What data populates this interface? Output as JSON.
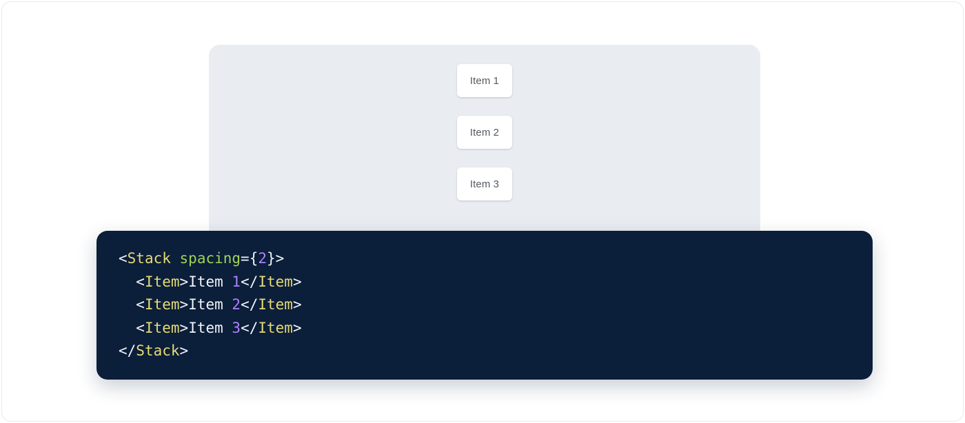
{
  "preview": {
    "panel_name": "stack-preview-panel",
    "background_color": "#e9ecf1",
    "stack": {
      "spacing": "2",
      "items": [
        {
          "label": "Item 1"
        },
        {
          "label": "Item 2"
        },
        {
          "label": "Item 3"
        }
      ]
    }
  },
  "code": {
    "language": "jsx",
    "background_color": "#0b1e3a",
    "theme_colors": {
      "tag": "#e6db74",
      "attribute": "#9fd356",
      "number": "#ae81ff",
      "punctuation": "#f2f4f8",
      "text": "#f2f4f8"
    },
    "raw": "<Stack spacing={2}>\n  <Item>Item 1</Item>\n  <Item>Item 2</Item>\n  <Item>Item 3</Item>\n</Stack>",
    "lines": [
      {
        "indent": "",
        "tokens": [
          {
            "t": "<",
            "k": "punct"
          },
          {
            "t": "Stack",
            "k": "tag"
          },
          {
            "t": " ",
            "k": "plain"
          },
          {
            "t": "spacing",
            "k": "attr"
          },
          {
            "t": "={",
            "k": "punct"
          },
          {
            "t": "2",
            "k": "number"
          },
          {
            "t": "}>",
            "k": "punct"
          }
        ]
      },
      {
        "indent": "  ",
        "tokens": [
          {
            "t": "<",
            "k": "punct"
          },
          {
            "t": "Item",
            "k": "tag"
          },
          {
            "t": ">",
            "k": "punct"
          },
          {
            "t": "Item ",
            "k": "plain"
          },
          {
            "t": "1",
            "k": "number"
          },
          {
            "t": "</",
            "k": "punct"
          },
          {
            "t": "Item",
            "k": "tag"
          },
          {
            "t": ">",
            "k": "punct"
          }
        ]
      },
      {
        "indent": "  ",
        "tokens": [
          {
            "t": "<",
            "k": "punct"
          },
          {
            "t": "Item",
            "k": "tag"
          },
          {
            "t": ">",
            "k": "punct"
          },
          {
            "t": "Item ",
            "k": "plain"
          },
          {
            "t": "2",
            "k": "number"
          },
          {
            "t": "</",
            "k": "punct"
          },
          {
            "t": "Item",
            "k": "tag"
          },
          {
            "t": ">",
            "k": "punct"
          }
        ]
      },
      {
        "indent": "  ",
        "tokens": [
          {
            "t": "<",
            "k": "punct"
          },
          {
            "t": "Item",
            "k": "tag"
          },
          {
            "t": ">",
            "k": "punct"
          },
          {
            "t": "Item ",
            "k": "plain"
          },
          {
            "t": "3",
            "k": "number"
          },
          {
            "t": "</",
            "k": "punct"
          },
          {
            "t": "Item",
            "k": "tag"
          },
          {
            "t": ">",
            "k": "punct"
          }
        ]
      },
      {
        "indent": "",
        "tokens": [
          {
            "t": "</",
            "k": "punct"
          },
          {
            "t": "Stack",
            "k": "tag"
          },
          {
            "t": ">",
            "k": "punct"
          }
        ]
      }
    ]
  }
}
